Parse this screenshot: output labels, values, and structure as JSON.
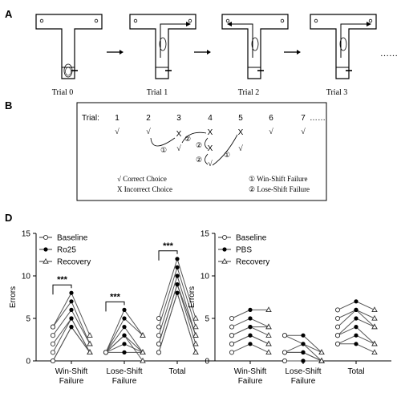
{
  "panel_labels": {
    "a": "A",
    "b": "B",
    "d": "D"
  },
  "panel_a": {
    "trials": [
      "Trial 0",
      "Trial 1",
      "Trial 2",
      "Trial 3"
    ],
    "ellipsis": "……"
  },
  "panel_b": {
    "trial_label": "Trial:",
    "trial_numbers": [
      "1",
      "2",
      "3",
      "4",
      "5",
      "6",
      "7"
    ],
    "ellipsis": "……",
    "check": "√",
    "cross": "X",
    "marker_1": "①",
    "marker_2": "②",
    "legend_correct": "√  Correct Choice",
    "legend_incorrect": "X  Incorrect Choice",
    "legend_win_shift": "①  Win-Shift  Failure",
    "legend_lose_shift": "②  Lose-Shift Failure"
  },
  "chart_data": [
    {
      "type": "scatter",
      "ylabel": "Errors",
      "ylim": [
        0,
        15
      ],
      "yticks": [
        "0",
        "5",
        "10",
        "15"
      ],
      "categories": [
        "Win-Shift Failure",
        "Lose-Shift Failure",
        "Total"
      ],
      "category_lines": [
        [
          "Win-Shift",
          "Failure"
        ],
        [
          "Lose-Shift",
          "Failure"
        ],
        [
          "Total"
        ]
      ],
      "legend": [
        "Baseline",
        "Ro25",
        "Recovery"
      ],
      "significance": [
        "***",
        "***",
        "***"
      ],
      "groups": [
        {
          "baseline": [
            4,
            4,
            3,
            2,
            1,
            0,
            0
          ],
          "drug": [
            8,
            7,
            6,
            5,
            5,
            4,
            4
          ],
          "recovery": [
            3,
            2,
            2,
            1,
            1,
            1,
            1
          ]
        },
        {
          "baseline": [
            1,
            1,
            1,
            1,
            1,
            1,
            1
          ],
          "drug": [
            6,
            5,
            4,
            3,
            3,
            2,
            1
          ],
          "recovery": [
            3,
            3,
            1,
            1,
            0,
            1,
            1
          ]
        },
        {
          "baseline": [
            5,
            4,
            3,
            2,
            2,
            1,
            1
          ],
          "drug": [
            12,
            11,
            10,
            9,
            9,
            8,
            8
          ],
          "recovery": [
            5,
            4,
            3,
            3,
            2,
            1,
            1
          ]
        }
      ]
    },
    {
      "type": "scatter",
      "ylabel": "Errors",
      "ylim": [
        0,
        15
      ],
      "yticks": [
        "0",
        "5",
        "10",
        "15"
      ],
      "categories": [
        "Win-Shift Failure",
        "Lose-Shift Failure",
        "Total"
      ],
      "category_lines": [
        [
          "Win-Shift",
          "Failure"
        ],
        [
          "Lose-Shift",
          "Failure"
        ],
        [
          "Total"
        ]
      ],
      "legend": [
        "Baseline",
        "PBS",
        "Recovery"
      ],
      "significance": [],
      "groups": [
        {
          "baseline": [
            5,
            4,
            3,
            3,
            2,
            2,
            1
          ],
          "drug": [
            6,
            5,
            4,
            4,
            3,
            3,
            2
          ],
          "recovery": [
            6,
            4,
            4,
            3,
            2,
            2,
            1
          ]
        },
        {
          "baseline": [
            3,
            3,
            1,
            1,
            1,
            0,
            0
          ],
          "drug": [
            3,
            2,
            2,
            1,
            1,
            0,
            0
          ],
          "recovery": [
            1,
            1,
            0,
            0,
            0,
            0,
            0
          ]
        },
        {
          "baseline": [
            6,
            5,
            4,
            3,
            3,
            2,
            2
          ],
          "drug": [
            7,
            6,
            6,
            5,
            4,
            3,
            2
          ],
          "recovery": [
            6,
            5,
            4,
            4,
            2,
            2,
            1
          ]
        }
      ]
    }
  ]
}
